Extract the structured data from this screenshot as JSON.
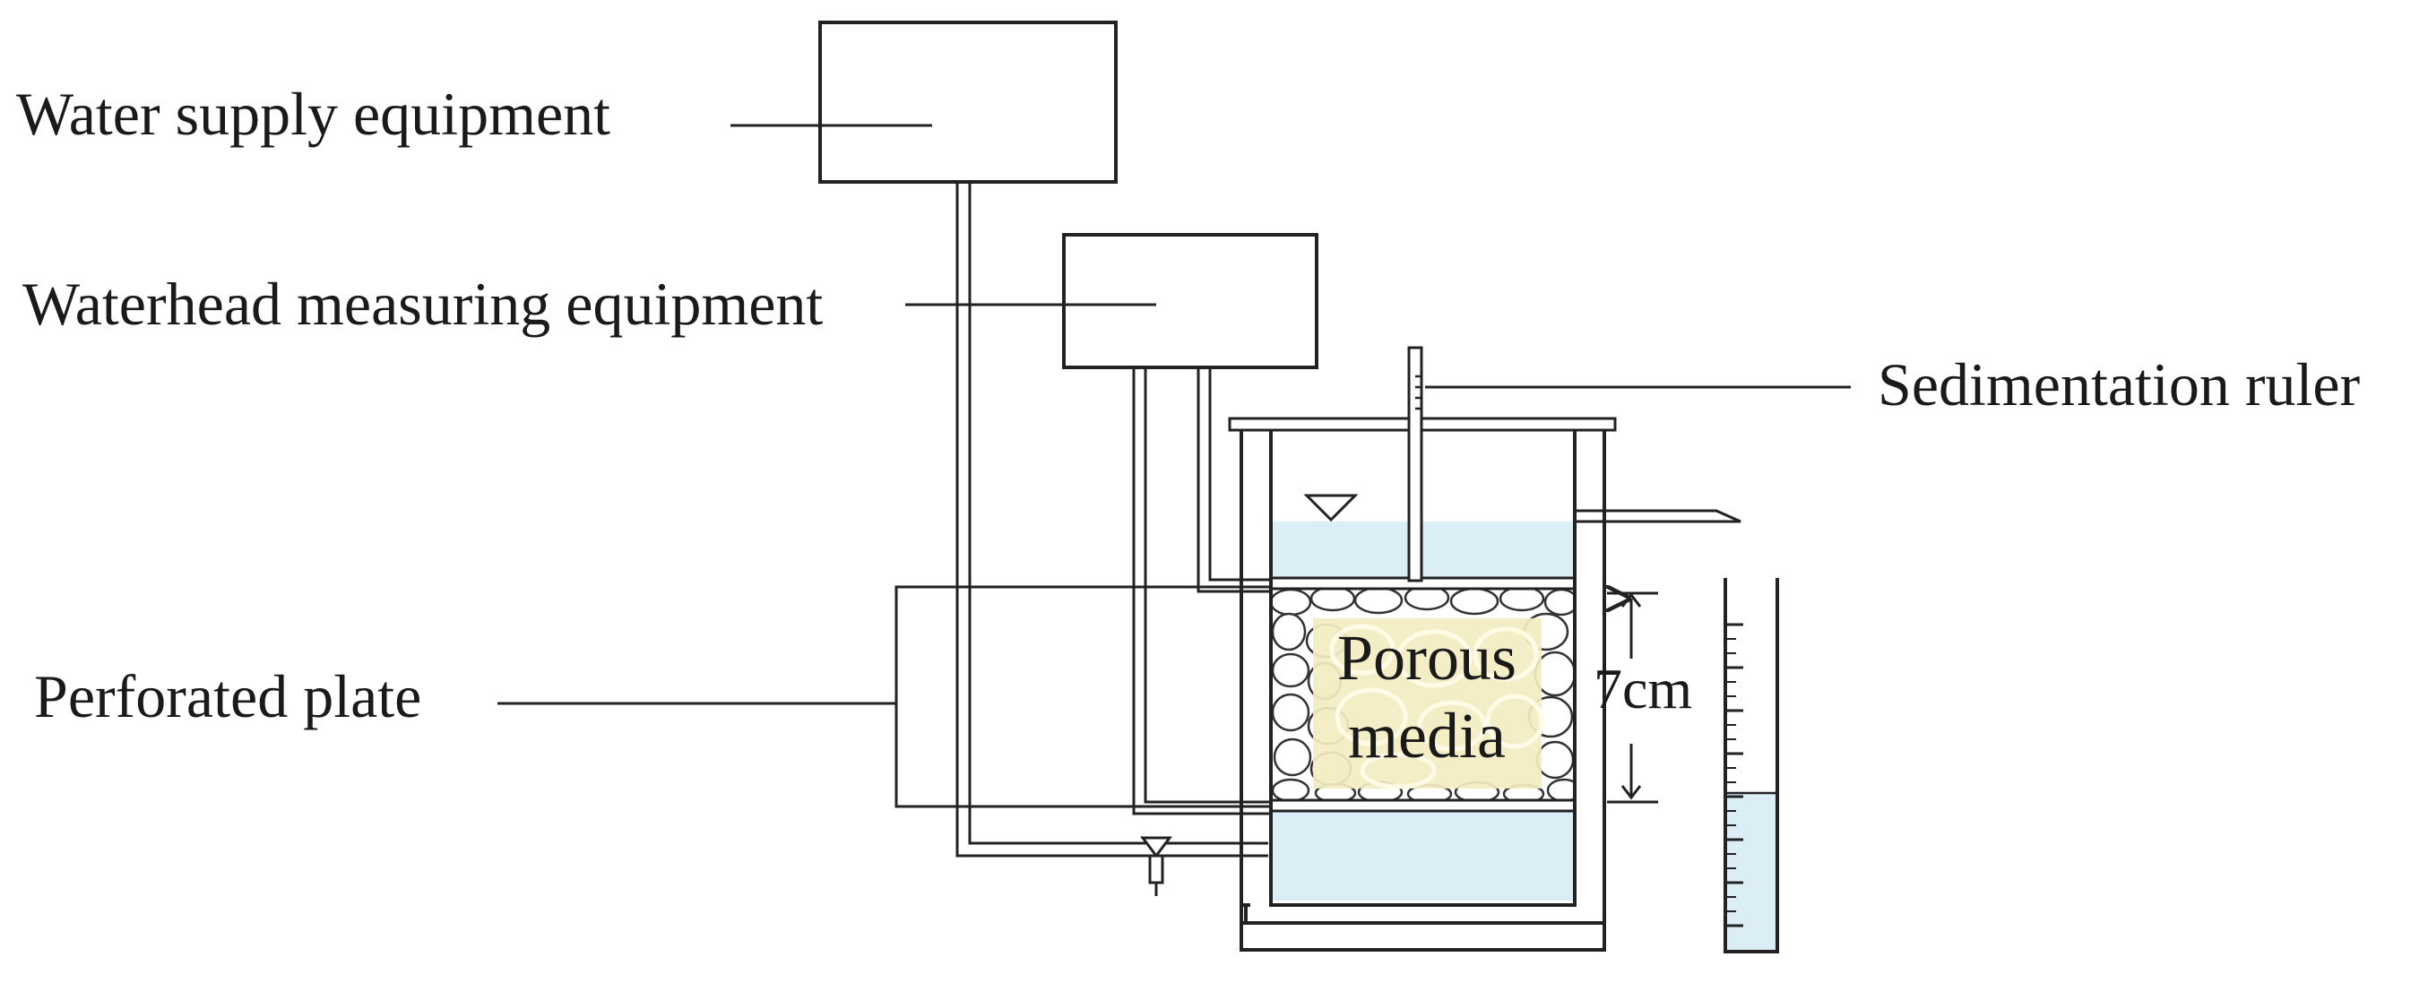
{
  "labels": {
    "water_supply": "Water supply equipment",
    "waterhead": "Waterhead measuring equipment",
    "sedimentation": "Sedimentation ruler",
    "perforated": "Perforated plate",
    "porous_line1": "Porous",
    "porous_line2": "media",
    "height": "7cm"
  },
  "colors": {
    "water": "#dbeef6",
    "porous_highlight": "#f3edc2",
    "stroke": "#222222"
  }
}
